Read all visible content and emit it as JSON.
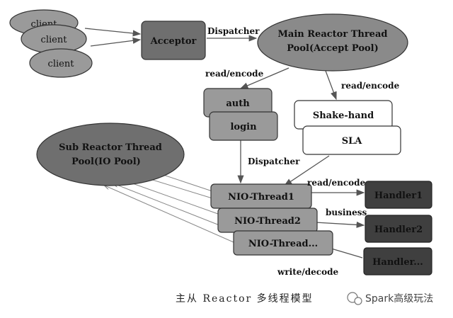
{
  "nodes": {
    "client1": "client",
    "client2": "client",
    "client3": "client",
    "acceptor": "Acceptor",
    "main_reactor_line1": "Main Reactor Thread",
    "main_reactor_line2": "Pool(Accept Pool)",
    "auth": "auth",
    "login": "login",
    "shake_hand": "Shake-hand",
    "sla": "SLA",
    "sub_reactor_line1": "Sub Reactor Thread",
    "sub_reactor_line2": "Pool(IO Pool)",
    "nio_thread1": "NIO-Thread1",
    "nio_thread2": "NIO-Thread2",
    "nio_thread_more": "NIO-Thread...",
    "handler1": "Handler1",
    "handler2": "Handler2",
    "handler_more": "Handler..."
  },
  "edges": {
    "dispatcher_top": "Dispatcher",
    "read_encode_left": "read/encode",
    "read_encode_right": "read/encode",
    "dispatcher_mid": "Dispatcher",
    "read_encode_handler": "read/encode",
    "business": "business",
    "write_decode": "write/decode"
  },
  "caption": "主从 Reactor 多线程模型",
  "watermark": "Spark高级玩法",
  "colors": {
    "dark_fill": "#6f6f6f",
    "mid_fill": "#9a9a9a",
    "light_fill": "#ffffff",
    "handler_fill": "#3f3f3f",
    "stroke": "#333333",
    "arrow": "#666666"
  }
}
